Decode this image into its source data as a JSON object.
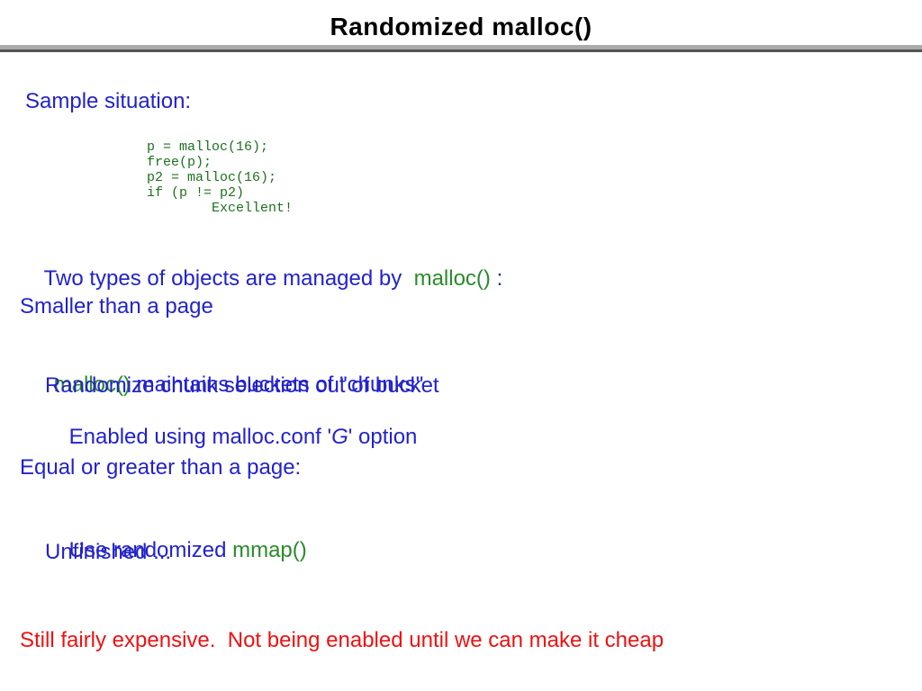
{
  "slide": {
    "title": "Randomized malloc()",
    "sections": {
      "sample_label": "Sample situation:",
      "code": {
        "lines": [
          "p = malloc(16);",
          "free(p);",
          "p2 = malloc(16);",
          "if (p != p2)",
          "        Excellent!"
        ]
      },
      "two_types": {
        "prefix": "Two types of objects are managed by  ",
        "keyword": "malloc()",
        "suffix": " :"
      },
      "smaller_heading": "Smaller than a page",
      "buckets": {
        "keyword": "malloc()",
        "text": " maintains buckets of \"chunks\""
      },
      "randomize_line": "Randomize chunk selection out of bucket",
      "enabled_line": {
        "prefix": "Enabled using malloc.conf '",
        "emphasis": "G",
        "suffix": "' option"
      },
      "equal_heading": "Equal or greater than a page:",
      "mmap_line": {
        "prefix": "Use randomized ",
        "keyword": "mmap()"
      },
      "unfinished_line": "Unfinished ...",
      "footer_note": "Still fairly expensive.  Not being enabled until we can make it cheap"
    },
    "colors": {
      "body_blue": "#2222cc",
      "keyword_green": "#2a8b2a",
      "code_green": "#1e701e",
      "alert_red": "#ee1111",
      "divider_light": "#aaaaaa",
      "divider_dark": "#555555",
      "title_black": "#000000"
    }
  }
}
